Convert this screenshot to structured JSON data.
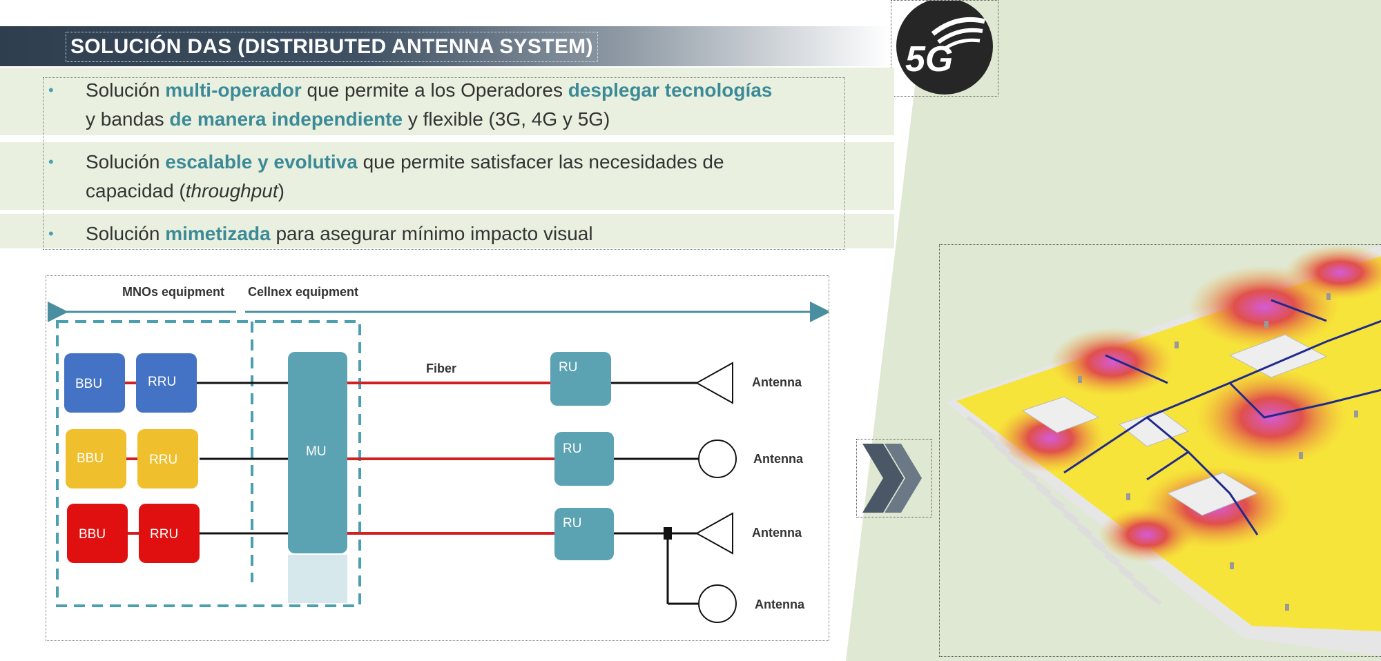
{
  "title": "SOLUCIÓN DAS (DISTRIBUTED ANTENNA SYSTEM)",
  "logo": {
    "text": "5G",
    "icon": "5g-signal-icon"
  },
  "bullets": [
    {
      "line1": [
        {
          "t": "Solución ",
          "hl": false
        },
        {
          "t": "multi-operador",
          "hl": true
        },
        {
          "t": " que permite a los Operadores ",
          "hl": false
        },
        {
          "t": "desplegar tecnologías",
          "hl": true
        }
      ],
      "line2": [
        {
          "t": "y bandas ",
          "hl": false
        },
        {
          "t": "de manera independiente",
          "hl": true
        },
        {
          "t": " y flexible (3G, 4G y 5G)",
          "hl": false
        }
      ]
    },
    {
      "line1": [
        {
          "t": "Solución ",
          "hl": false
        },
        {
          "t": "escalable y evolutiva",
          "hl": true
        },
        {
          "t": " que permite satisfacer las necesidades de",
          "hl": false
        }
      ],
      "line2_pre": "capacidad (",
      "line2_it": "throughput",
      "line2_post": ")"
    },
    {
      "line1": [
        {
          "t": "Solución ",
          "hl": false
        },
        {
          "t": "mimetizada",
          "hl": true
        },
        {
          "t": " para asegurar mínimo impacto visual",
          "hl": false
        }
      ]
    }
  ],
  "diagram": {
    "mnos_label": "MNOs equipment",
    "cellnex_label": "Cellnex equipment",
    "fiber_label": "Fiber",
    "bbu": "BBU",
    "rru": "RRU",
    "mu": "MU",
    "ru": "RU",
    "antenna": "Antenna",
    "colors": {
      "blue": "#4472c4",
      "yellow": "#f0bf2e",
      "red": "#e01010",
      "teal": "#5ba3b2",
      "fiber": "#d02020"
    }
  },
  "chevron_icon": "double-chevron-right-icon",
  "map_image": "3d-floor-coverage-heatmap"
}
